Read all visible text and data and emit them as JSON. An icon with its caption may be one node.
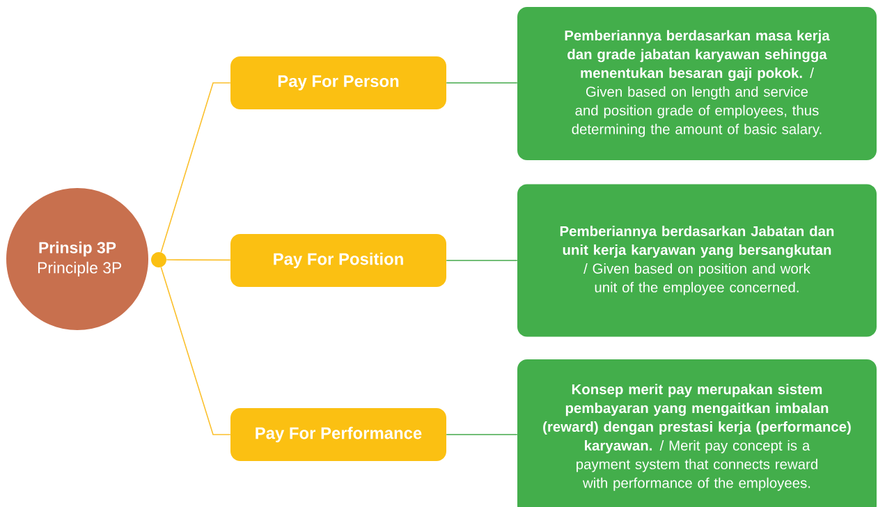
{
  "diagram": {
    "nodes": [
      {
        "text": [
          "Prinsip 3P",
          "Principle 3P"
        ]
      },
      {
        "text": [],
        "shape": "circle"
      },
      {
        "text": [
          "Pay For Person"
        ]
      },
      {
        "text": [
          "Pay For Position"
        ]
      },
      {
        "text": [
          "Pay For Performance"
        ]
      },
      {
        "text": [
          "**Pemberiannya berdasarkan masa kerja dan grade jabatan karyawan sehingga menentukan besaran gaji pokok.** / Given based on length and service and position grade of employees, thus determining the amount of basic salary."
        ]
      },
      {
        "text": [
          "**Pemberiannya berdasarkan Jabatan dan unit kerja karyawan yang bersangkutan** / Given based on position and work unit of the employee concerned."
        ]
      },
      {
        "text": [
          "**Konsep merit pay merupakan sistem pembayaran yang mengaitkan imbalan (reward) dengan prestasi kerja (performance) karyawan.** / Merit pay concept is a payment system that connects reward with performance of the employees."
        ]
      }
    ],
    "edges": [
      {
        "from": 1,
        "to": 2,
        "arrow": "none",
        "color": "#fbc02d"
      },
      {
        "from": 1,
        "to": 3,
        "arrow": "none",
        "color": "#fbc02d"
      },
      {
        "from": 1,
        "to": 4,
        "arrow": "none",
        "color": "#fbc02d"
      },
      {
        "from": 2,
        "to": 5,
        "arrow": "none",
        "color": "#43a84a"
      },
      {
        "from": 3,
        "to": 6,
        "arrow": "none",
        "color": "#43a84a"
      },
      {
        "from": 4,
        "to": 7,
        "arrow": "none",
        "color": "#43a84a"
      }
    ]
  }
}
